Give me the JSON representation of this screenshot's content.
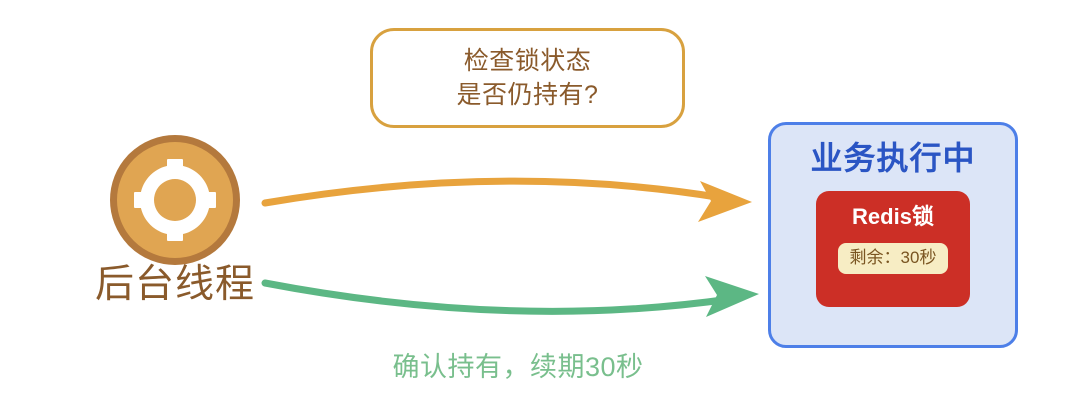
{
  "diagram": {
    "actor": {
      "icon_name": "target-crosshair-icon",
      "label": "后台线程"
    },
    "bubble": {
      "line1": "检查锁状态",
      "line2": "是否仍持有?"
    },
    "arrows": {
      "check": {
        "name": "check-lock-arrow",
        "color": "#e8a33d"
      },
      "renew": {
        "name": "renew-lock-arrow",
        "color": "#5cb784",
        "caption": "确认持有，续期30秒"
      }
    },
    "panel": {
      "title": "业务执行中",
      "lock": {
        "title": "Redis锁",
        "badge": "剩余：30秒"
      }
    }
  },
  "colors": {
    "orange": "#e8a33d",
    "green": "#5cb784",
    "brown": "#8a5a2b",
    "blue": "#2a55c4",
    "red": "#cc2f26",
    "cream": "#f7edc4"
  }
}
